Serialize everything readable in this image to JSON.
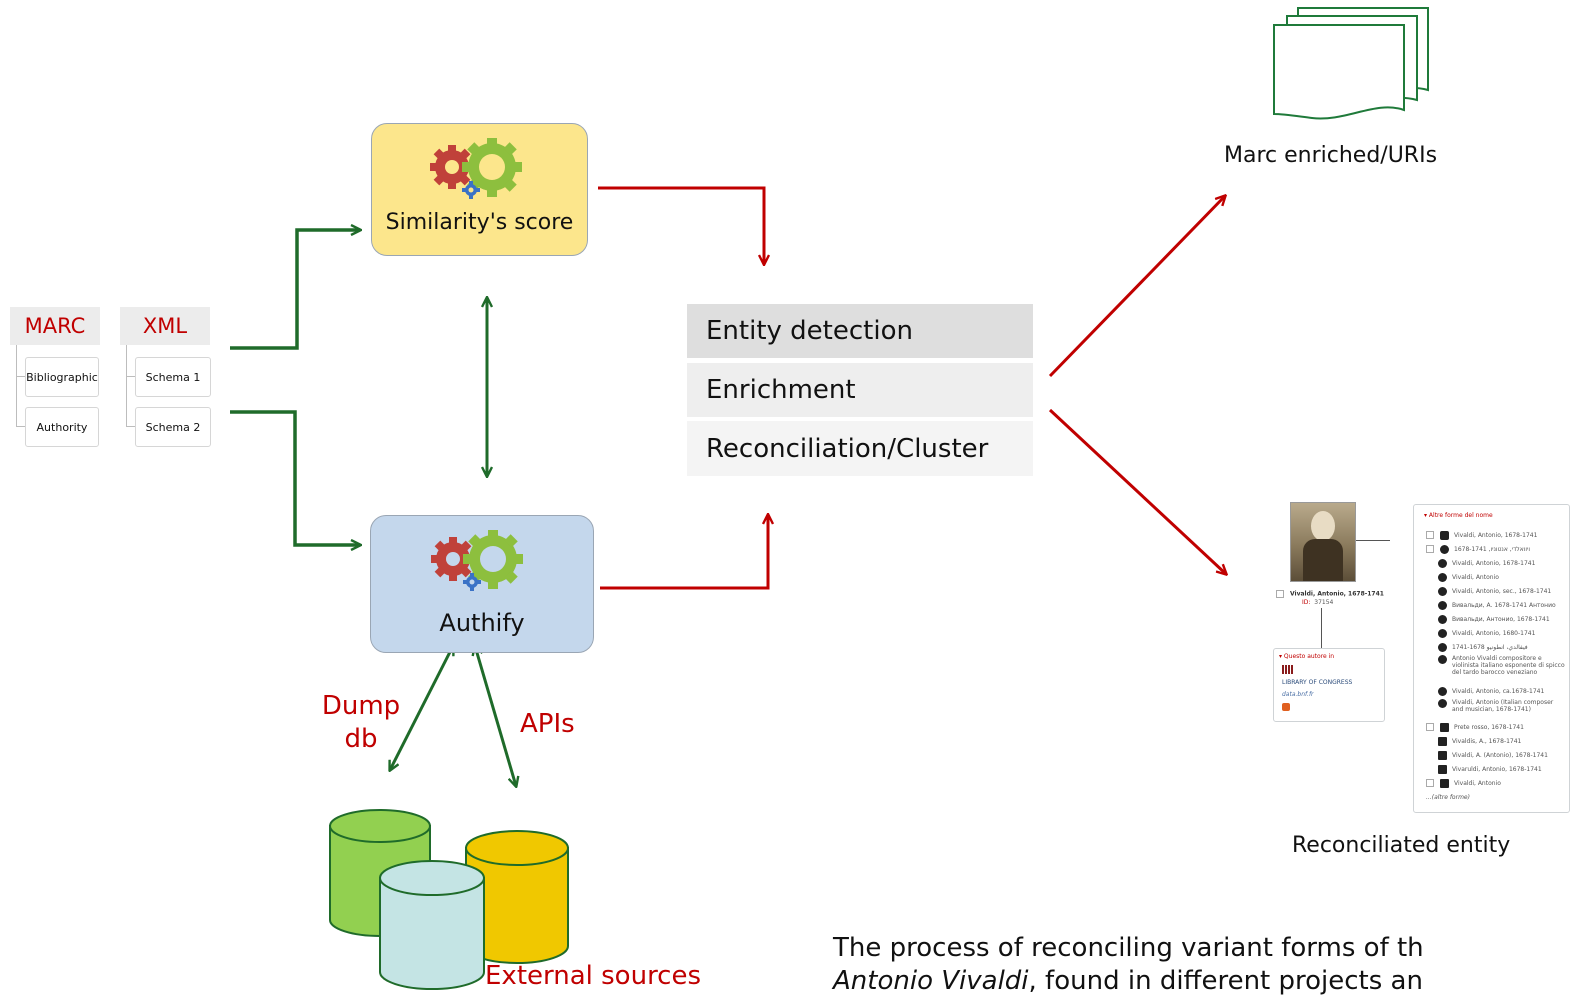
{
  "tree": {
    "marc": {
      "label": "MARC",
      "children": [
        "Bibliographic",
        "Authority"
      ]
    },
    "xml": {
      "label": "XML",
      "children": [
        "Schema 1",
        "Schema 2"
      ]
    }
  },
  "nodes": {
    "similarity": "Similarity's score",
    "authify": "Authify"
  },
  "stages": [
    "Entity detection",
    "Enrichment",
    "Reconciliation/Cluster"
  ],
  "labels": {
    "dump": "Dump\ndb",
    "apis": "APIs",
    "external": "External sources",
    "marc_enriched": "Marc enriched/URIs",
    "reconciled": "Reconciliated entity"
  },
  "entity_card": {
    "name": "Vivaldi, Antonio, 1678-1741",
    "id_label": "ID:",
    "id_value": "37154",
    "sources_header": "▾ Questo autore in",
    "sources": [
      "LIBRARY OF CONGRESS",
      "data.bnf.fr"
    ],
    "variants_header": "▾ Altre forme del nome",
    "variants": [
      "Vivaldi, Antonio, 1678-1741",
      "1678-1741 ,ויוואלדי, אנטוניו",
      "Vivaldi, Antonio, 1678-1741",
      "Vivaldi, Antonio",
      "Vivaldi, Antonio, sec., 1678-1741",
      "Вивальди, А. 1678-1741 Антонио",
      "Вивальди, Антонио, 1678-1741",
      "Vivaldi, Antonio, 1680-1741",
      "فيفالدي، انطونيو 1678-1741",
      "Antonio Vivaldi compositore e violinista italiano esponente di spicco del tardo barocco veneziano",
      "Vivaldi, Antonio, ca.1678-1741",
      "Vivaldi, Antonio (Italian composer and musician, 1678-1741)",
      "Prete rosso, 1678-1741",
      "Vivaldis, A., 1678-1741",
      "Vivaldi, A. (Antonio), 1678-1741",
      "Vivaruldi, Antonio, 1678-1741",
      "Vivaldi, Antonio"
    ],
    "more": "...(altre forme)"
  },
  "caption": {
    "line1": "The process of reconciling variant forms of th",
    "line2_italic": "Antonio Vivaldi",
    "line2_rest": ", found in different projects an"
  },
  "colors": {
    "green_arrow": "#1f6b2a",
    "red_arrow": "#c00000",
    "similarity_fill": "#fce68c",
    "authify_fill": "#c4d7ec",
    "db_green": "#92d050",
    "db_teal": "#c4e4e4",
    "db_yellow": "#f0c800"
  }
}
